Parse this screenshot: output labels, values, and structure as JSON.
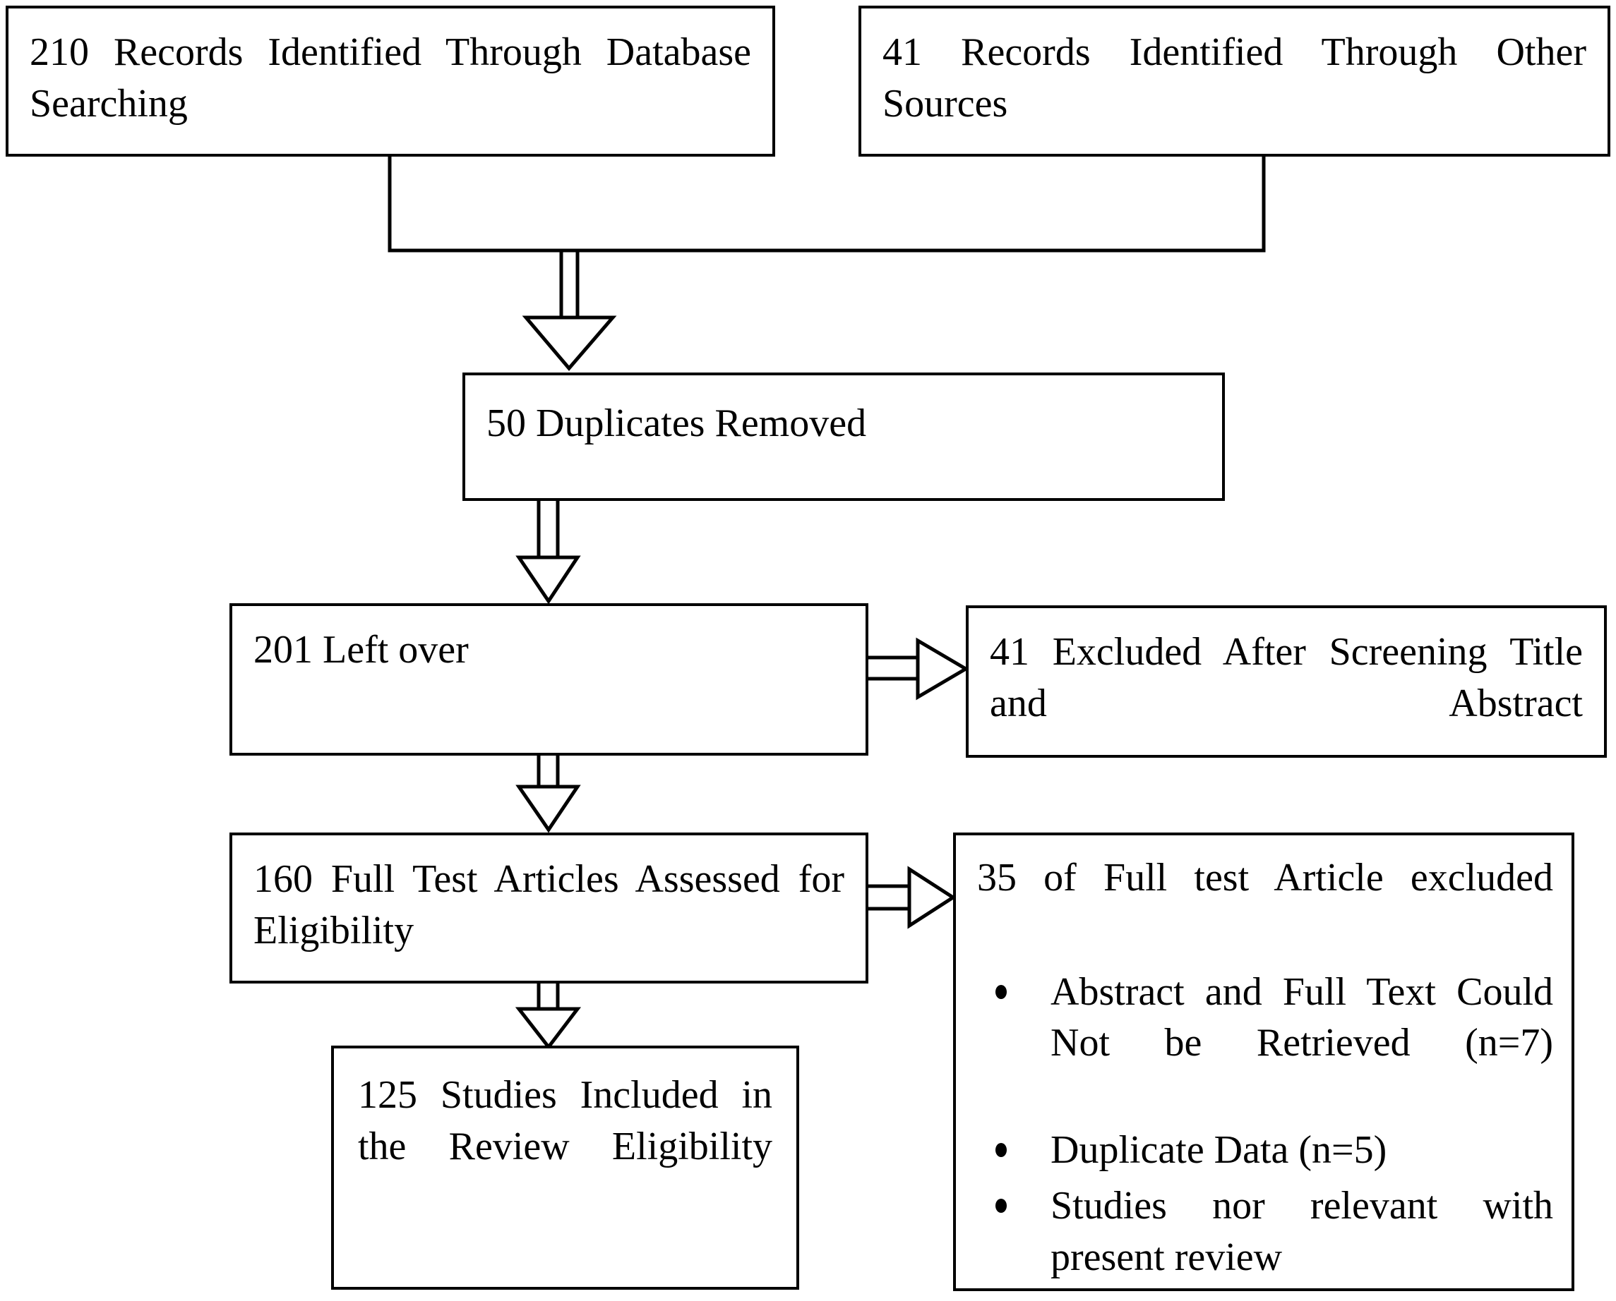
{
  "diagram": {
    "type": "prisma-flow-diagram",
    "title": "PRISMA study selection flow diagram",
    "colors": {
      "background": "#ffffff",
      "box_border": "#000000",
      "text": "#000000",
      "connector": "#000000"
    },
    "nodes": [
      {
        "id": "records-database-searching",
        "count": 210,
        "text": "210 Records Identified Through Database Searching"
      },
      {
        "id": "records-other-sources",
        "count": 41,
        "text": "41 Records Identified Through Other Sources"
      },
      {
        "id": "duplicates-removed",
        "count": 50,
        "text": "50 Duplicates Removed"
      },
      {
        "id": "left-over",
        "count": 201,
        "text": "201 Left over"
      },
      {
        "id": "excluded-title-abstract",
        "count": 41,
        "text": "41 Excluded After Screening Title and Abstract"
      },
      {
        "id": "full-text-assessed",
        "count": 160,
        "text": "160 Full Test Articles Assessed for Eligibility"
      },
      {
        "id": "full-text-excluded",
        "count": 35,
        "heading": "35 of Full test Article excluded",
        "bullets": [
          "Abstract and Full Text Could Not be Retrieved (n=7)",
          "Duplicate Data (n=5)",
          "Studies nor relevant with present review"
        ]
      },
      {
        "id": "studies-included",
        "count": 125,
        "text": "125 Studies Included in the Review Eligibility"
      }
    ],
    "edges": [
      {
        "from": "records-database-searching",
        "to": "duplicates-removed",
        "style": "merge-down-arrow"
      },
      {
        "from": "records-other-sources",
        "to": "duplicates-removed",
        "style": "merge-down-arrow"
      },
      {
        "from": "duplicates-removed",
        "to": "left-over",
        "style": "down-arrow"
      },
      {
        "from": "left-over",
        "to": "excluded-title-abstract",
        "style": "right-arrow"
      },
      {
        "from": "left-over",
        "to": "full-text-assessed",
        "style": "down-arrow"
      },
      {
        "from": "full-text-assessed",
        "to": "full-text-excluded",
        "style": "right-arrow"
      },
      {
        "from": "full-text-assessed",
        "to": "studies-included",
        "style": "down-arrow"
      }
    ]
  }
}
